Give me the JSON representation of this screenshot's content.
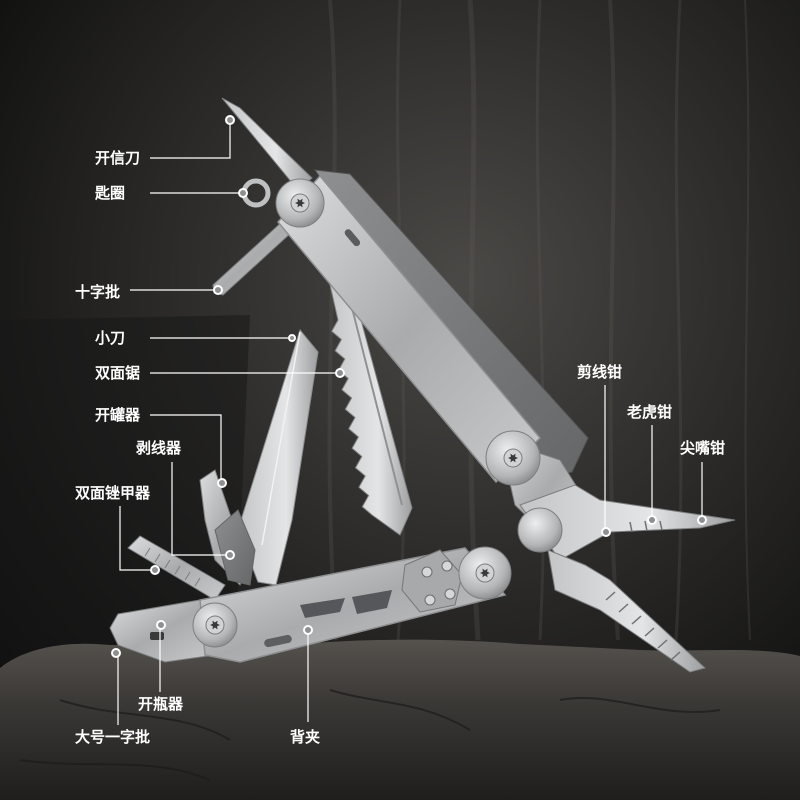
{
  "colors": {
    "label_text": "#ffffff",
    "leader_line": "#ffffff",
    "marker_dot": "#8e8f90"
  },
  "callouts": {
    "letter_opener": "开信刀",
    "key_ring": "匙圈",
    "phillips_screwdriver": "十字批",
    "knife": "小刀",
    "saw": "双面锯",
    "can_opener": "开罐器",
    "wire_stripper": "剥线器",
    "file": "双面锉甲器",
    "wire_cutter": "剪线钳",
    "pliers": "老虎钳",
    "needle_nose_pliers": "尖嘴钳",
    "bottle_opener": "开瓶器",
    "large_flat_screwdriver": "大号一字批",
    "belt_clip": "背夹"
  }
}
